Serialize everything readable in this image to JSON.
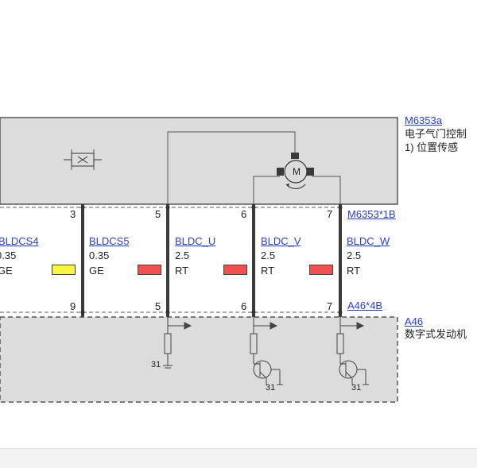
{
  "components": {
    "top": {
      "id": "M6353a",
      "desc_line1": "电子气门控制",
      "desc_line2": "1)   位置传感"
    },
    "bottom": {
      "id": "A46",
      "desc_line1": "数字式发动机"
    }
  },
  "connectors": {
    "top": "M6353*1B",
    "bottom": "A46*4B"
  },
  "wires": [
    {
      "name": "BLDCS4",
      "size": "0.35",
      "color_code": "GE",
      "color": "#f5f542",
      "pin_top": "3",
      "pin_bottom": "9"
    },
    {
      "name": "BLDCS5",
      "size": "0.35",
      "color_code": "GE",
      "color": "#f05050",
      "pin_top": "5",
      "pin_bottom": "5"
    },
    {
      "name": "BLDC_U",
      "size": "2.5",
      "color_code": "RT",
      "color": "#f05050",
      "pin_top": "6",
      "pin_bottom": "6"
    },
    {
      "name": "BLDC_V",
      "size": "2.5",
      "color_code": "RT",
      "color": "#f05050",
      "pin_top": "7",
      "pin_bottom": "7"
    },
    {
      "name": "BLDC_W",
      "size": "2.5",
      "color_code": "RT"
    }
  ],
  "ground_labels": [
    "31",
    "31",
    "31"
  ],
  "motor_symbol": "M"
}
